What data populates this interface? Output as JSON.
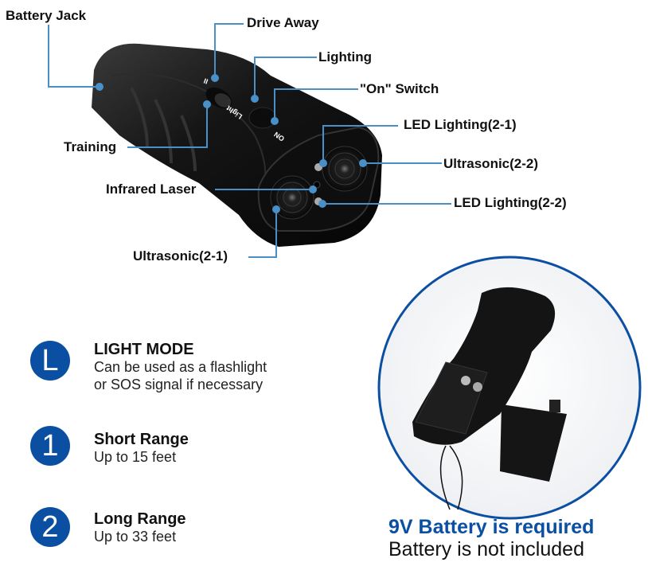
{
  "callouts": {
    "battery_jack": "Battery Jack",
    "drive_away": "Drive Away",
    "lighting": "Lighting",
    "on_switch": "\"On\" Switch",
    "led_lighting_2_1": "LED Lighting(2-1)",
    "training": "Training",
    "ultrasonic_2_2": "Ultrasonic(2-2)",
    "infrared_laser": "Infrared Laser",
    "led_lighting_2_2": "LED Lighting(2-2)",
    "ultrasonic_2_1": "Ultrasonic(2-1)"
  },
  "device_markings": {
    "switch_pos_1": "I",
    "switch_pos_2": "II",
    "light": "Light",
    "on": "ON"
  },
  "features": [
    {
      "badge": "L",
      "title": "LIGHT MODE",
      "lines": [
        "Can be used as a flashlight",
        "or SOS signal if necessary"
      ]
    },
    {
      "badge": "1",
      "title": "Short Range",
      "lines": [
        "Up to 15 feet"
      ]
    },
    {
      "badge": "2",
      "title": "Long Range",
      "lines": [
        "Up to 33 feet"
      ]
    }
  ],
  "battery": {
    "required": "9V Battery is required",
    "note": "Battery is not included"
  },
  "colors": {
    "accent_blue": "#0b4fa3",
    "callout_line": "#4a90c8",
    "device_black": "#141414"
  }
}
